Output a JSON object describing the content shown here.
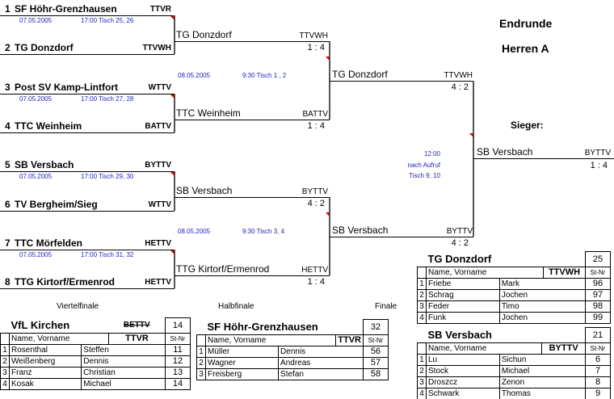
{
  "title": "Endrunde",
  "subtitle": "Herren A",
  "winner_label": "Sieger:",
  "round_labels": [
    "Viertelfinale",
    "Halbfinale",
    "Finale"
  ],
  "quarterfinals": [
    {
      "teams": [
        {
          "seed": "1",
          "name": "SF Höhr-Grenzhausen",
          "fed": "TTVR"
        },
        {
          "seed": "2",
          "name": "TG Donzdorf",
          "fed": "TTVWH"
        }
      ],
      "date": "07.05.2005",
      "time": "17:00 Tisch 25, 26"
    },
    {
      "teams": [
        {
          "seed": "3",
          "name": "Post SV Kamp-Lintfort",
          "fed": "WTTV"
        },
        {
          "seed": "4",
          "name": "TTC Weinheim",
          "fed": "BATTV"
        }
      ],
      "date": "07.05.2005",
      "time": "17:00 Tisch 27, 28"
    },
    {
      "teams": [
        {
          "seed": "5",
          "name": "SB Versbach",
          "fed": "BYTTV"
        },
        {
          "seed": "6",
          "name": "TV Bergheim/Sieg",
          "fed": "WTTV"
        }
      ],
      "date": "07.05.2005",
      "time": "17:00 Tisch 29, 30"
    },
    {
      "teams": [
        {
          "seed": "7",
          "name": "TTC Mörfelden",
          "fed": "HETTV"
        },
        {
          "seed": "8",
          "name": "TTG Kirtorf/Ermenrod",
          "fed": "HETTV"
        }
      ],
      "date": "07.05.2005",
      "time": "17:00 Tisch 31, 32"
    }
  ],
  "semifinals": [
    {
      "teams": [
        {
          "name": "TG Donzdorf",
          "fed": "TTVWH",
          "score": "1 : 4"
        },
        {
          "name": "TTC Weinheim",
          "fed": "BATTV",
          "score": "1 : 4"
        }
      ],
      "date": "08.05.2005",
      "time": "9:30 Tisch 1 , 2"
    },
    {
      "teams": [
        {
          "name": "SB Versbach",
          "fed": "BYTTV",
          "score": "4 : 2"
        },
        {
          "name": "TTG Kirtorf/Ermenrod",
          "fed": "HETTV",
          "score": "1 : 4"
        }
      ],
      "date": "08.05.2005",
      "time": "9:30 Tisch 3, 4"
    }
  ],
  "final": {
    "teams": [
      {
        "name": "TG Donzdorf",
        "fed": "TTVWH",
        "score": "4 : 2"
      },
      {
        "name": "SB Versbach",
        "fed": "BYTTV",
        "score": "4 : 2"
      }
    ],
    "time": "12:00",
    "note": "nach Aufruf",
    "tables": "Tisch 9, 10"
  },
  "winner": {
    "name": "SB Versbach",
    "fed": "BYTTV",
    "score": "1 : 4"
  },
  "rosters": [
    {
      "team": "VfL Kirchen",
      "number": "14",
      "fed": "BETTV",
      "fed_struck": true,
      "col_name": "Name, Vorname",
      "col_fed": "TTVR",
      "col_nr": "St-Nr",
      "players": [
        [
          "1",
          "Rosenthal",
          "Steffen",
          "11"
        ],
        [
          "2",
          "Weißenberg",
          "Dennis",
          "12"
        ],
        [
          "3",
          "Franz",
          "Christian",
          "13"
        ],
        [
          "4",
          "Kosak",
          "Michael",
          "14"
        ]
      ]
    },
    {
      "team": "SF Höhr-Grenzhausen",
      "number": "32",
      "col_name": "Name, Vorname",
      "col_fed": "TTVR",
      "col_nr": "St-Nr",
      "players": [
        [
          "1",
          "Müller",
          "Dennis",
          "56"
        ],
        [
          "2",
          "Wagner",
          "Andreas",
          "57"
        ],
        [
          "3",
          "Freisberg",
          "Stefan",
          "58"
        ]
      ]
    },
    {
      "team": "TG Donzdorf",
      "number": "25",
      "col_name": "Name, Vorname",
      "col_fed": "TTVWH",
      "col_nr": "St-Nr",
      "players": [
        [
          "1",
          "Friebe",
          "Mark",
          "96"
        ],
        [
          "2",
          "Schrag",
          "Jochen",
          "97"
        ],
        [
          "3",
          "Feder",
          "Timo",
          "98"
        ],
        [
          "4",
          "Funk",
          "Jochen",
          "99"
        ]
      ]
    },
    {
      "team": "SB Versbach",
      "number": "21",
      "col_name": "Name, Vorname",
      "col_fed": "BYTTV",
      "col_nr": "St-Nr",
      "players": [
        [
          "1",
          "Lu",
          "Sichun",
          "6"
        ],
        [
          "2",
          "Stock",
          "Michael",
          "7"
        ],
        [
          "3",
          "Droszcz",
          "Zenon",
          "8"
        ],
        [
          "4",
          "Schwark",
          "Thomas",
          "9"
        ]
      ]
    }
  ]
}
